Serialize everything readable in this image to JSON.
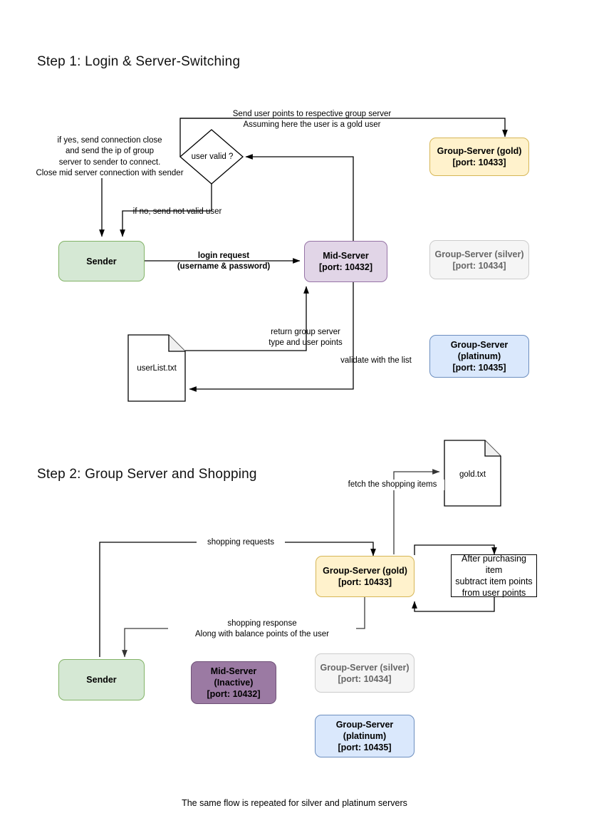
{
  "page": {
    "footer_note": "The same flow is repeated for silver and platinum servers"
  },
  "steps": [
    {
      "id": "step1",
      "title": "Step 1: Login & Server-Switching"
    },
    {
      "id": "step2",
      "title": "Step 2: Group Server and Shopping"
    }
  ],
  "step1": {
    "decision": {
      "label": "user valid ?"
    },
    "nodes": {
      "sender": {
        "line1": "Sender"
      },
      "mid_server": {
        "line1": "Mid-Server",
        "line2": "[port: 10432]"
      },
      "group_gold": {
        "line1": "Group-Server (gold)",
        "line2": "[port: 10433]"
      },
      "group_silver": {
        "line1": "Group-Server (silver)",
        "line2": "[port: 10434]"
      },
      "group_platinum": {
        "line1": "Group-Server",
        "line2": "(platinum)",
        "line3": "[port: 10435]"
      },
      "user_list_file": {
        "label": "userList.txt"
      }
    },
    "labels": {
      "send_points": "Send user points to respective group server\nAssuming here the user is a gold user",
      "if_yes": "if yes, send connection close\nand send the ip of group\nserver to sender to connect.\nClose mid server connection with sender",
      "if_no": "if no, send not valid user",
      "login_request": "login request\n(username & password)",
      "return_group": "return group server\ntype and user points",
      "validate": "validate with the list"
    }
  },
  "step2": {
    "nodes": {
      "group_gold": {
        "line1": "Group-Server (gold)",
        "line2": "[port: 10433]"
      },
      "purchase_note": {
        "line1": "After purchasing item",
        "line2": "subtract item points",
        "line3": "from user points"
      },
      "sender": {
        "line1": "Sender"
      },
      "mid_server_inactive": {
        "line1": "Mid-Server",
        "line2": "(Inactive)",
        "line3": "[port: 10432]"
      },
      "group_silver": {
        "line1": "Group-Server (silver)",
        "line2": "[port: 10434]"
      },
      "group_platinum": {
        "line1": "Group-Server",
        "line2": "(platinum)",
        "line3": "[port: 10435]"
      },
      "gold_file": {
        "label": "gold.txt"
      }
    },
    "labels": {
      "fetch_items": "fetch the shopping items",
      "shopping_requests": "shopping requests",
      "shopping_response": "shopping response\nAlong with balance points of the user"
    }
  },
  "colors": {
    "sender_fill": "#d5e8d4",
    "sender_stroke": "#82b366",
    "mid_fill": "#e1d5e7",
    "mid_stroke": "#9673a6",
    "mid_inactive_fill": "#9b7aa3",
    "gold_fill": "#fff2cc",
    "gold_stroke": "#d6b656",
    "silver_fill": "#f5f5f5",
    "silver_stroke": "#cccccc",
    "platinum_fill": "#dae8fc",
    "platinum_stroke": "#6c8ebf",
    "line": "#000000"
  }
}
